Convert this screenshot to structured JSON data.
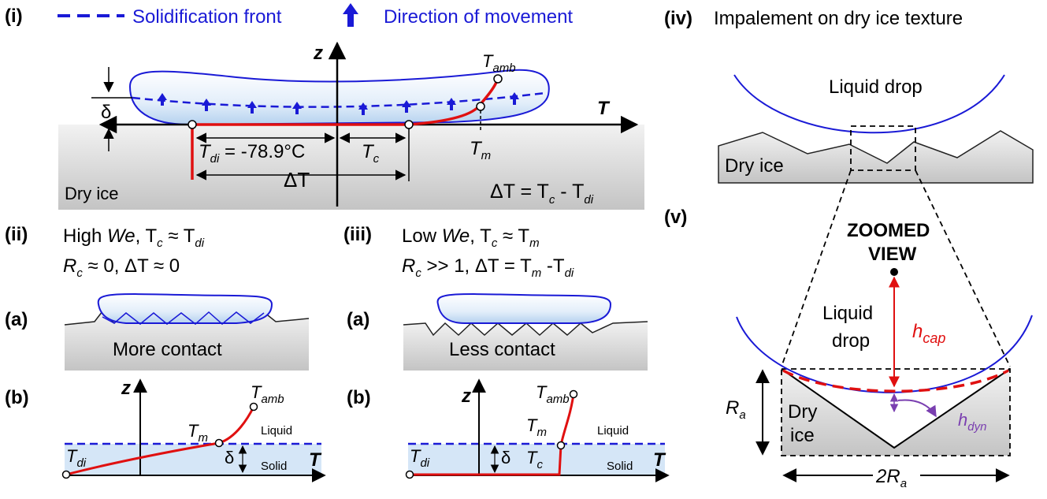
{
  "legend": {
    "panel_i": "(i)",
    "solidification_front": "Solidification front",
    "direction_of_movement": "Direction of movement"
  },
  "panel_iv": {
    "label": "(iv)",
    "title": "Impalement on dry ice texture",
    "liquid_drop": "Liquid drop",
    "dry_ice": "Dry ice"
  },
  "panel_v": {
    "label": "(v)",
    "zoomed_1": "ZOOMED",
    "zoomed_2": "VIEW",
    "liquid": "Liquid",
    "drop": "drop",
    "h": "h",
    "h_cap_sub": "cap",
    "h_dyn_sub": "dyn",
    "R": "R",
    "R_sub": "a",
    "dry": "Dry",
    "ice": "ice",
    "two_r": "2R",
    "two_r_sub": "a"
  },
  "panel_i": {
    "z": "z",
    "T": "T",
    "T_amb_main": "T",
    "T_amb_sub": "amb",
    "delta": "δ",
    "T_di_main": "T",
    "T_di_sub": "di",
    "T_di_value": " = -78.9°C",
    "T_c_main": "T",
    "T_c_sub": "c",
    "T_m_main": "T",
    "T_m_sub": "m",
    "delta_T": "ΔT",
    "dry_ice": "Dry ice",
    "eq_left": "ΔT = T",
    "eq_c": "c",
    "eq_minus": " - T",
    "eq_di": "di"
  },
  "panel_ii": {
    "label": "(ii)",
    "line1_a": "High ",
    "line1_we": "We",
    "line1_b": ", T",
    "line1_c": "c",
    "line1_d": " ≈ T",
    "line1_e": "di",
    "line2_a": "R",
    "line2_b": "c",
    "line2_c": " ≈ 0, ΔT ≈ 0",
    "a_label": "(a)",
    "contact": "More contact",
    "b_label": "(b)",
    "z": "z",
    "T": "T",
    "T_amb_sub": "amb",
    "T_m_sub": "m",
    "T_di_sub": "di",
    "T_letter": "T",
    "liquid": "Liquid",
    "solid": "Solid",
    "delta": "δ"
  },
  "panel_iii": {
    "label": "(iii)",
    "line1_a": "Low ",
    "line1_we": "We",
    "line1_b": ", T",
    "line1_c": "c",
    "line1_d": " ≈ T",
    "line1_e": "m",
    "line2_a": "R",
    "line2_b": "c",
    "line2_c": " >> 1, ΔT = T",
    "line2_d": "m",
    "line2_e": " -T",
    "line2_f": "di",
    "a_label": "(a)",
    "contact": "Less contact",
    "b_label": "(b)",
    "z": "z",
    "T": "T",
    "T_amb_sub": "amb",
    "T_m_sub": "m",
    "T_c_sub": "c",
    "T_di_sub": "di",
    "T_letter": "T",
    "liquid": "Liquid",
    "solid": "Solid",
    "delta": "δ"
  },
  "colors": {
    "blue": "#1a1ad6",
    "red": "#e01010",
    "purple": "#7a3fb0",
    "drop_fill": "#cfe2f5"
  }
}
